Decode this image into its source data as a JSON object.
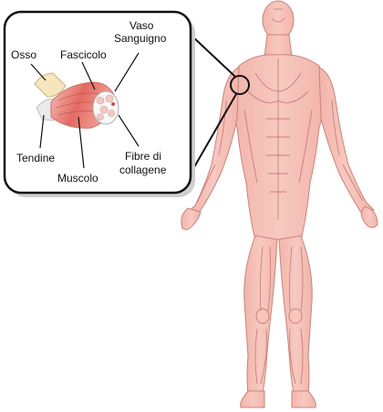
{
  "labels": {
    "osso": "Osso",
    "fascicolo": "Fascicolo",
    "vaso_line1": "Vaso",
    "vaso_line2": "Sanguigno",
    "tendine": "Tendine",
    "muscolo": "Muscolo",
    "fibre_line1": "Fibre di",
    "fibre_line2": "collagene"
  },
  "colors": {
    "muscle_fill": "#f0b4aa",
    "muscle_line": "#c7726a",
    "muscle_dark": "#e1645e",
    "bone": "#f5e6bf",
    "callout_border": "#111111",
    "callout_shadow": "#cfcfcf"
  }
}
